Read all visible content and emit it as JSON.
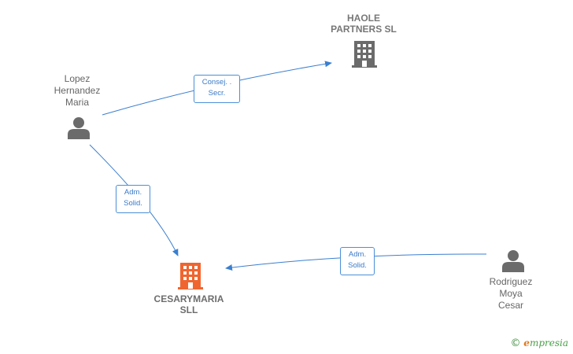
{
  "nodes": {
    "haole": {
      "label_line1": "HAOLE",
      "label_line2": "PARTNERS SL"
    },
    "lopez": {
      "line1": "Lopez",
      "line2": "Hernandez",
      "line3": "Maria"
    },
    "cesarymaria": {
      "label_line1": "CESARYMARIA",
      "label_line2": "SLL"
    },
    "rodriguez": {
      "line1": "Rodriguez",
      "line2": "Moya",
      "line3": "Cesar"
    }
  },
  "edges": {
    "lopez_haole": {
      "line1": "Consej. .",
      "line2": "Secr."
    },
    "lopez_cesary": {
      "line1": "Adm.",
      "line2": "Solid."
    },
    "rodriguez_cesary": {
      "line1": "Adm.",
      "line2": "Solid."
    }
  },
  "footer": {
    "copyright": "©",
    "brand_initial": "e",
    "brand_rest": "mpresia"
  },
  "colors": {
    "edge": "#3a7fd0",
    "main_company": "#f0652f",
    "company": "#6b6b6b",
    "person": "#6b6b6b"
  },
  "icons": {
    "company": "building-icon",
    "person": "person-icon"
  }
}
